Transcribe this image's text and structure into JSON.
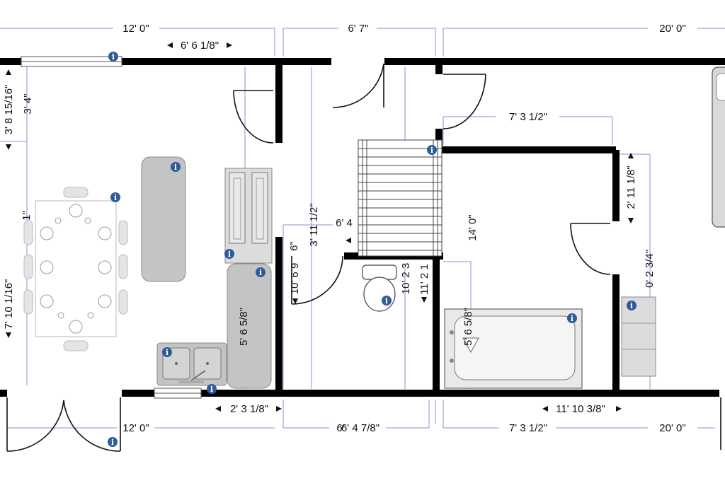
{
  "dimensions": {
    "top_left": "12' 0\"",
    "top_mid": "6' 7\"",
    "top_right": "20' 0\"",
    "window_width": "6' 6 1/8\"",
    "left_top_v1": "3' 8 15/16\"",
    "left_top_v2": "3' 4\"",
    "left_mid_v_partial": "1\"",
    "left_lower_v": "7' 10 1/16\"",
    "closet_width": "7' 3 1/2\"",
    "stair_v": "3' 11 1/2\"",
    "stair_label": "6' 4",
    "hall_v_short": "6\"",
    "hall_v_rot1": "10' 6 9",
    "hall_v_rot2": "10' 2 3",
    "hall_v_rot3": "11' 2 1",
    "bath_v": "14' 0\"",
    "closet_v": "2' 11 1/8\"",
    "right_v": "0' 2 3/4\"",
    "fridge_v": "5' 6 5/8\"",
    "tub_v": "5' 6 5/8\"",
    "sink_offset": "2' 3 1/8\"",
    "bottom_right_inner": "11' 10 3/8\"",
    "bottom_left": "12' 0\"",
    "bottom_mid": "6' 4 7/8\"",
    "bottom_mid_overlap": "6'",
    "bottom_right_closet": "7' 3 1/2\"",
    "bottom_right": "20' 0\""
  },
  "info_badge_glyph": "i",
  "colors": {
    "wall": "#000000",
    "dimension_line": "#8c8ce0",
    "info_badge": "#2f5b9a",
    "fixture_gray": "#c4c4c4"
  }
}
